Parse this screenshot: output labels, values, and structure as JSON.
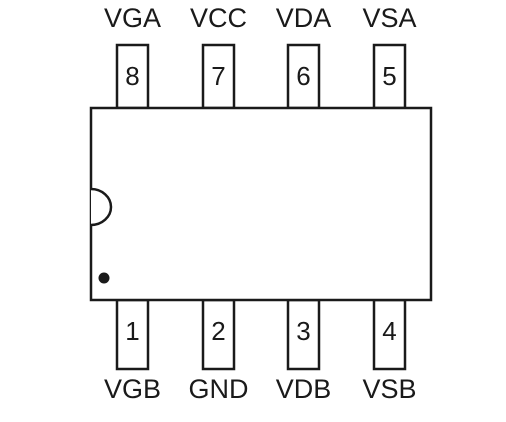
{
  "chip": {
    "package": "DIP-8",
    "top_pins": [
      {
        "number": "8",
        "name": "VGA"
      },
      {
        "number": "7",
        "name": "VCC"
      },
      {
        "number": "6",
        "name": "VDA"
      },
      {
        "number": "5",
        "name": "VSA"
      }
    ],
    "bottom_pins": [
      {
        "number": "1",
        "name": "VGB"
      },
      {
        "number": "2",
        "name": "GND"
      },
      {
        "number": "3",
        "name": "VDB"
      },
      {
        "number": "4",
        "name": "VSB"
      }
    ]
  },
  "colors": {
    "outline": "#1a1a1a",
    "fill": "#ffffff"
  }
}
